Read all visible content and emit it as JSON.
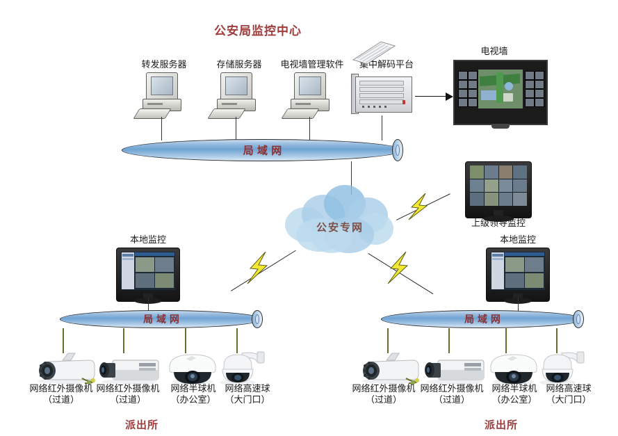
{
  "diagram": {
    "title": "公安局监控中心",
    "center": {
      "servers": [
        {
          "label": "转发服务器",
          "icon": "desktop-pc-icon"
        },
        {
          "label": "存储服务器",
          "icon": "desktop-pc-icon"
        },
        {
          "label": "电视墙管理软件",
          "icon": "desktop-pc-icon"
        },
        {
          "label": "集中解码平台",
          "icon": "rack-server-icon"
        }
      ],
      "tv_wall": {
        "label": "电视墙",
        "icon": "tv-wall-icon"
      },
      "lan": {
        "label": "局 域 网"
      }
    },
    "cloud": {
      "label": "公安专网",
      "icon": "cloud-icon"
    },
    "supervisor": {
      "label": "上级领导监控",
      "icon": "lcd-monitor-icon"
    },
    "branches": [
      {
        "local_monitor": {
          "label": "本地监控",
          "icon": "lcd-monitor-icon"
        },
        "lan": {
          "label": "局 域 网"
        },
        "station": "派出所",
        "cameras": [
          {
            "name": "网络红外摄像机",
            "location": "（过道）",
            "icon": "bullet-ir-camera-icon"
          },
          {
            "name": "网络红外摄像机",
            "location": "（过道）",
            "icon": "box-camera-icon"
          },
          {
            "name": "网络半球机",
            "location": "（办公室）",
            "icon": "dome-camera-icon"
          },
          {
            "name": "网络高速球",
            "location": "（大门口）",
            "icon": "ptz-speed-dome-icon"
          }
        ]
      },
      {
        "local_monitor": {
          "label": "本地监控",
          "icon": "lcd-monitor-icon"
        },
        "lan": {
          "label": "局 域 网"
        },
        "station": "派出所",
        "cameras": [
          {
            "name": "网络红外摄像机",
            "location": "（过道）",
            "icon": "bullet-ir-camera-icon"
          },
          {
            "name": "网络红外摄像机",
            "location": "（过道）",
            "icon": "box-camera-icon"
          },
          {
            "name": "网络半球机",
            "location": "（办公室）",
            "icon": "dome-camera-icon"
          },
          {
            "name": "网络高速球",
            "location": "（大门口）",
            "icon": "ptz-speed-dome-icon"
          }
        ]
      }
    ],
    "colors": {
      "title_red": "#a03c3c",
      "lan_text": "#8a2f32",
      "cloud_fill": "#a9cde8",
      "cloud_text": "#7d5047",
      "bolt_yellow": "#f2e833",
      "cable_olive": "#6b6b2e"
    }
  }
}
